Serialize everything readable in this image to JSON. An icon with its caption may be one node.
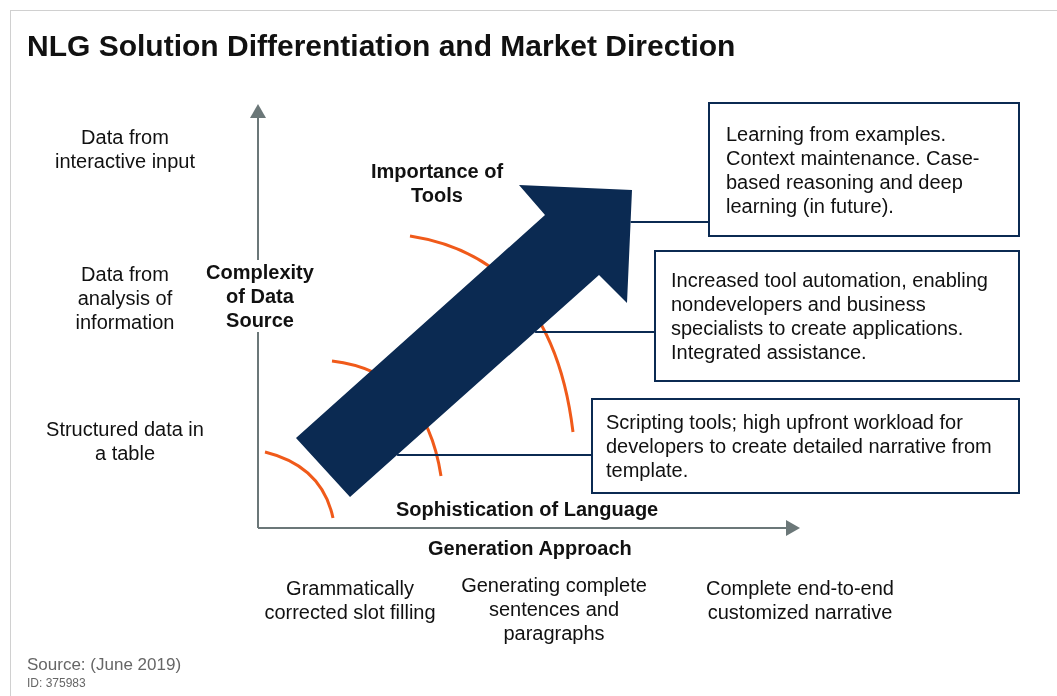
{
  "diagram": {
    "title": "NLG Solution Differentiation and Market Direction",
    "nodes": [
      {
        "text": [
          "Learning from examples. Context maintenance. Case-based reasoning and deep learning (in future)."
        ]
      },
      {
        "text": [
          "Increased tool automation, enabling nondevelopers and business specialists to create applications. Integrated assistance."
        ]
      },
      {
        "text": [
          "Scripting tools; high upfront workload for developers to create detailed narrative from template."
        ]
      },
      {
        "text": [],
        "shape": "arrow"
      }
    ],
    "edges": [
      {
        "from": 0,
        "to": 3,
        "arrow": "none"
      },
      {
        "from": 1,
        "to": 3,
        "arrow": "none"
      },
      {
        "from": 2,
        "to": 3,
        "arrow": "none"
      }
    ],
    "labels": [
      "Data from interactive input",
      "Importance of Tools",
      "Data from analysis of information",
      "Complexity of Data Source",
      "Structured data in a table",
      "Sophistication of Language",
      "Generation Approach",
      "Grammatically corrected slot filling",
      "Generating complete sentences and paragraphs",
      "Complete end-to-end customized narrative",
      "Source: (June 2019)",
      "ID: 375983"
    ]
  }
}
